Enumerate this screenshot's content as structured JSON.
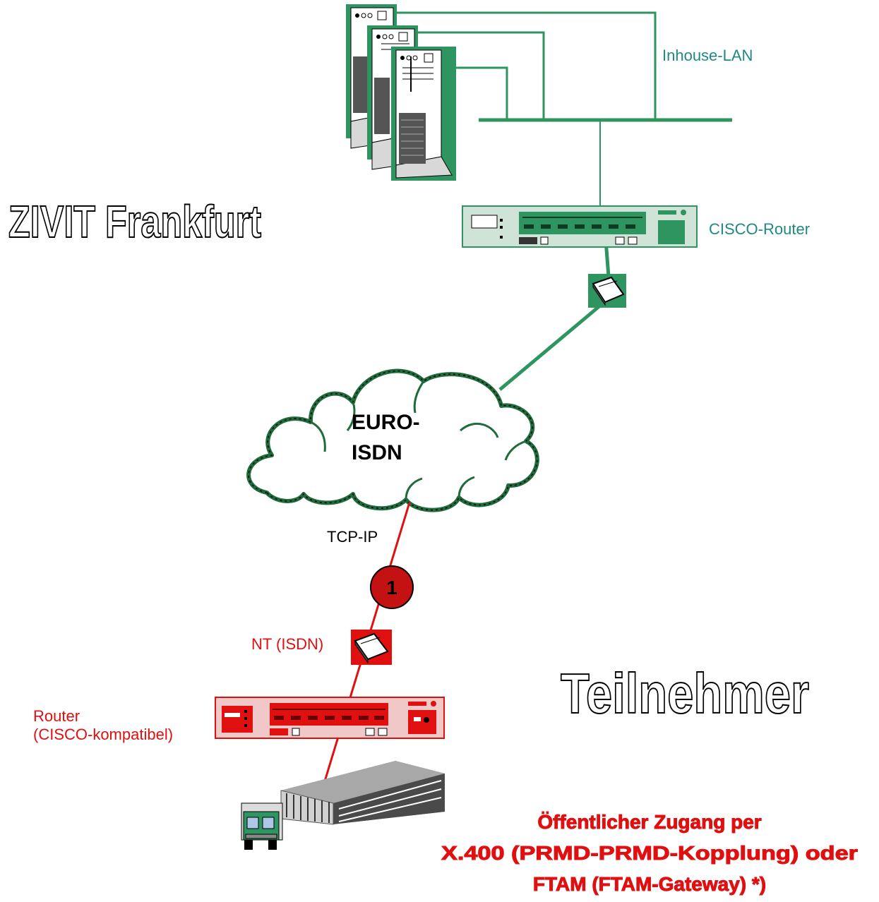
{
  "labels": {
    "inhouse_lan": "Inhouse-LAN",
    "cisco_router": "CISCO-Router",
    "location_frankfurt": "ZIVIT Frankfurt",
    "cloud_line1": "EURO-",
    "cloud_line2": "ISDN",
    "protocol": "TCP-IP",
    "badge_number": "1",
    "nt_isdn": "NT (ISDN)",
    "router_line1": "Router",
    "router_line2": "(CISCO-kompatibel)",
    "participant": "Teilnehmer",
    "footer_line1": "Öffentlicher Zugang per",
    "footer_line2": "X.400 (PRMD-PRMD-Kopplung) oder",
    "footer_line3": "FTAM (FTAM-Gateway) *)"
  },
  "colors": {
    "network_green": "#2e9460",
    "label_teal": "#1f8a80",
    "participant_red": "#e01010",
    "badge_fill": "#c41212",
    "router_red_fill": "#f0c8c8",
    "cloud_stroke": "#1e6b3c"
  },
  "icons": {
    "servers": "tower-server-icon",
    "top_router": "rack-router-icon",
    "top_nt": "isdn-nt-box-icon",
    "cloud": "cloud-network-icon",
    "bottom_nt": "isdn-nt-box-icon",
    "bottom_router": "rack-router-icon",
    "building": "office-building-icon",
    "truck": "truck-icon"
  }
}
